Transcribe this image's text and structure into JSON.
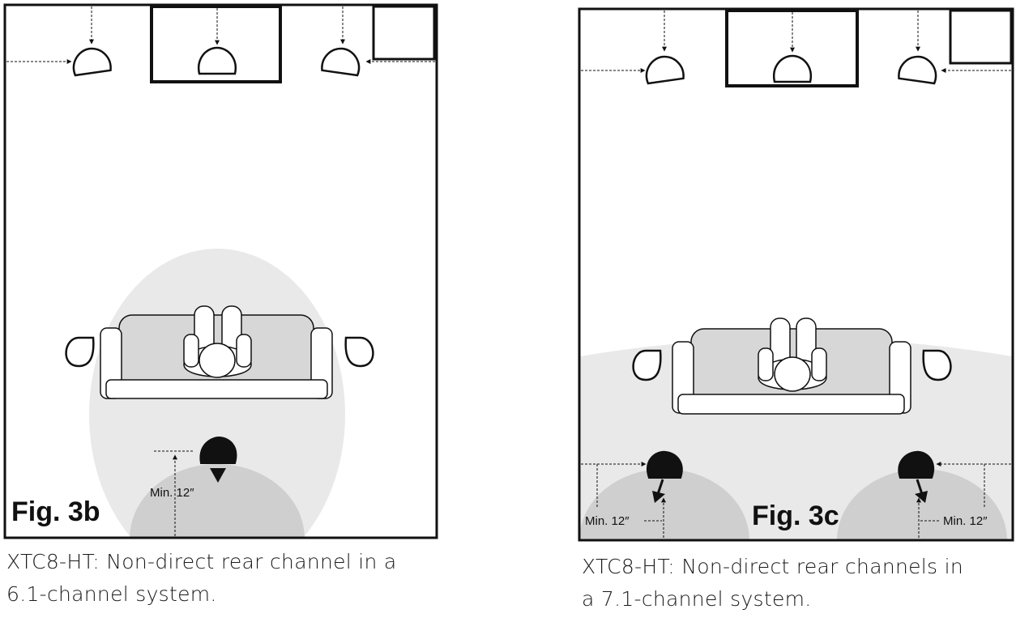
{
  "figures": [
    {
      "label": "Fig. 3b",
      "dimension_label": "Min. 12″",
      "caption": {
        "line1": "XTC8-HT: Non-direct rear channel in a",
        "line2": "6.1-channel system."
      }
    },
    {
      "label": "Fig. 3c",
      "dimension_label_left": "Min. 12″",
      "dimension_label_right": "Min. 12″",
      "caption": {
        "line1": "XTC8-HT: Non-direct rear channels in",
        "line2": "a 7.1-channel system."
      }
    }
  ]
}
